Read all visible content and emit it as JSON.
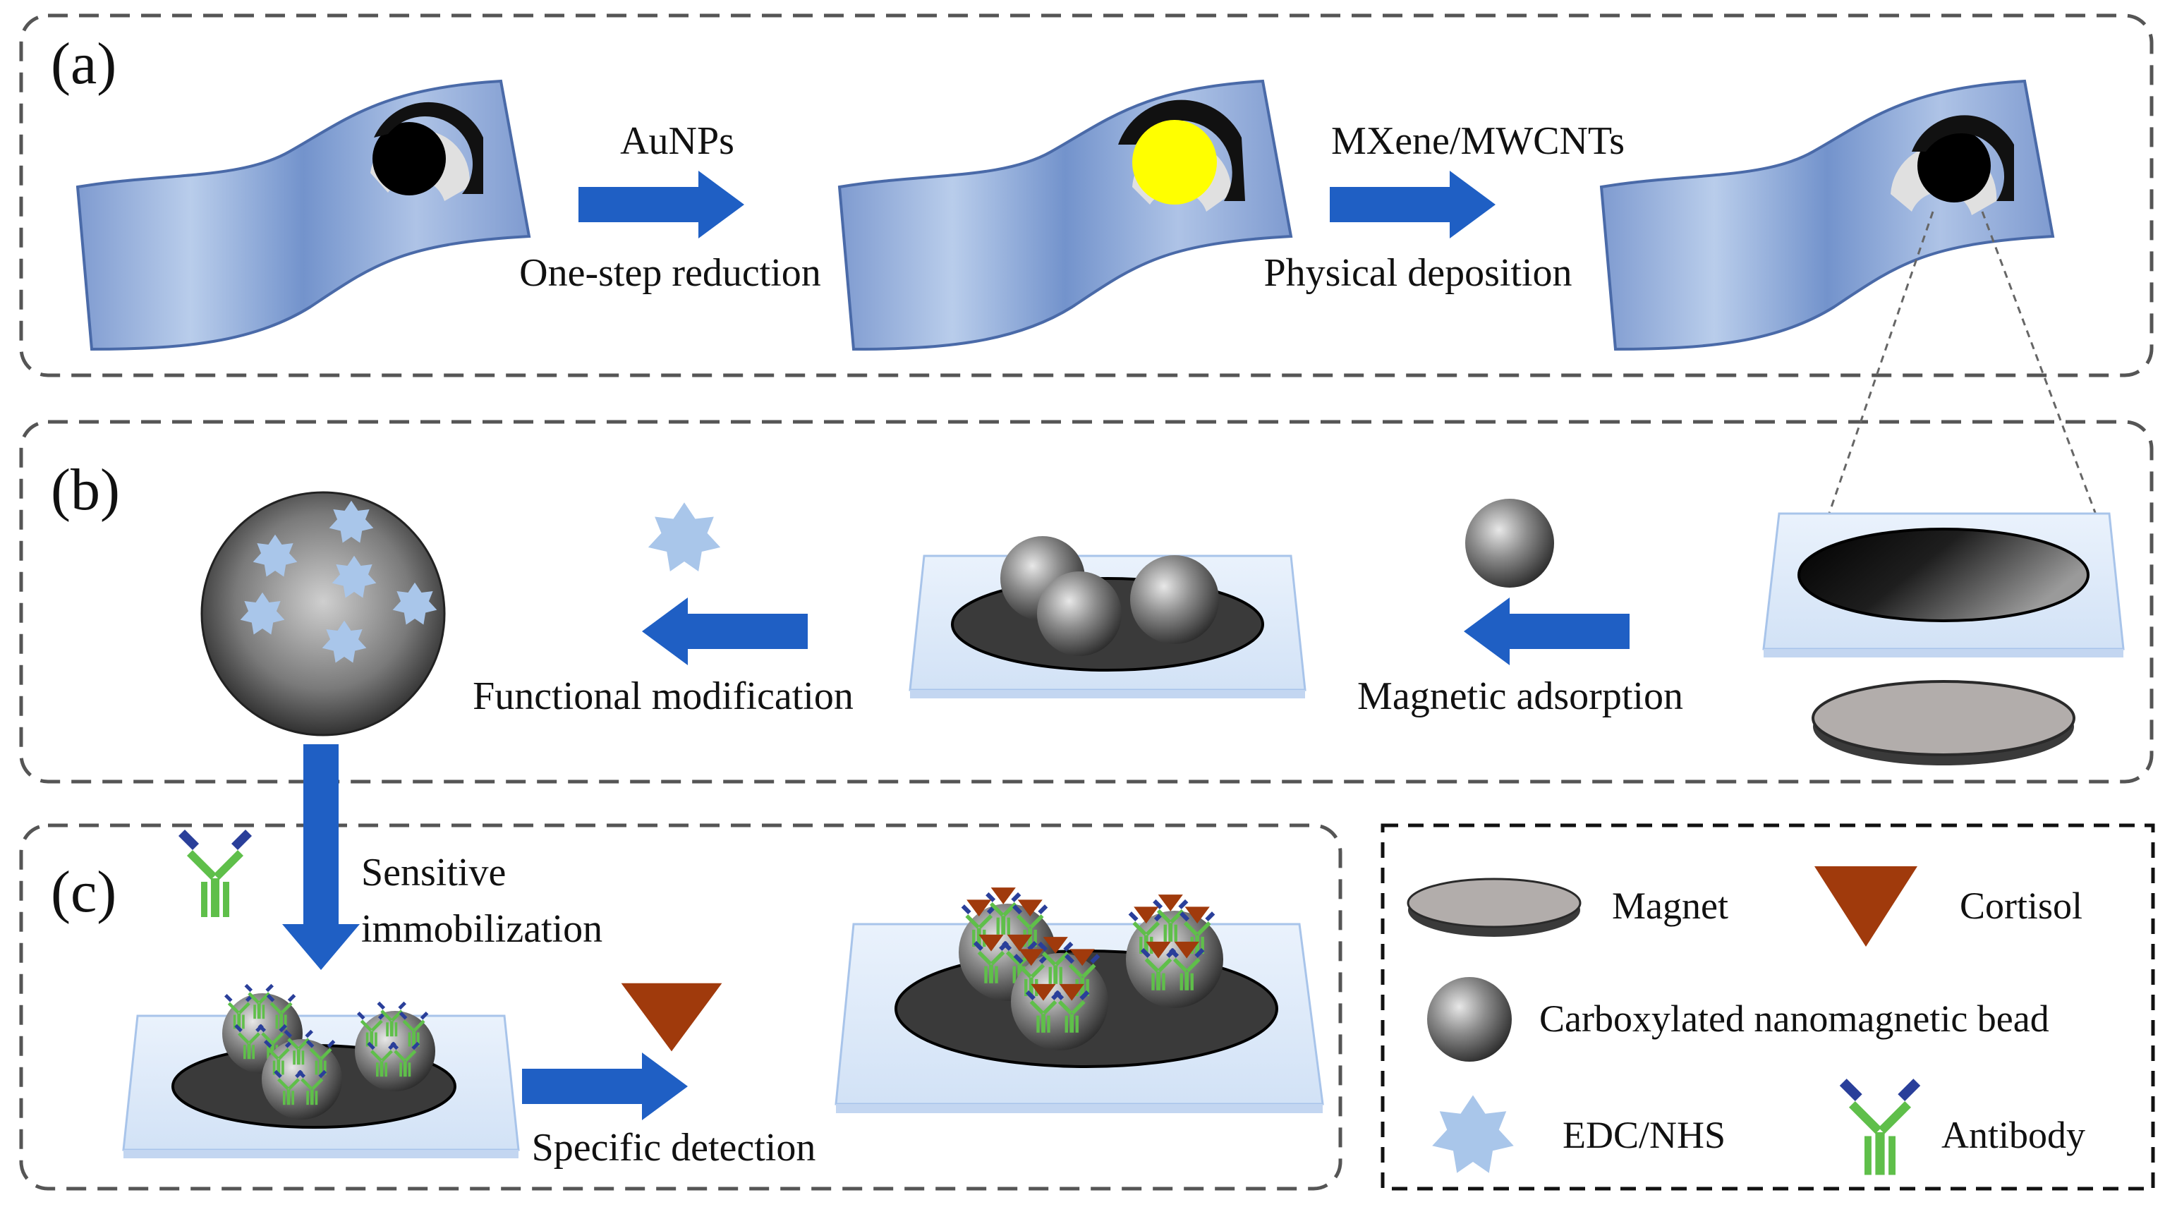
{
  "panels": {
    "a": {
      "label": "(a)",
      "step1": {
        "top": "AuNPs",
        "bottom": "One-step reduction"
      },
      "step2": {
        "top": "MXene/MWCNTs",
        "bottom": "Physical deposition"
      }
    },
    "b": {
      "label": "(b)",
      "step1": {
        "bottom": "Magnetic adsorption"
      },
      "step2": {
        "bottom": "Functional modification"
      }
    },
    "c": {
      "label": "(c)",
      "immobilization": {
        "line1": "Sensitive",
        "line2": "immobilization"
      },
      "detection": {
        "bottom": "Specific detection"
      }
    }
  },
  "legend": {
    "magnet": "Magnet",
    "cortisol": "Cortisol",
    "bead": "Carboxylated nanomagnetic bead",
    "edc": "EDC/NHS",
    "antibody": "Antibody"
  },
  "colors": {
    "arrow": "#1f5fc4",
    "strip": "#8fa9d6",
    "gold": "#ffff00",
    "cortisol": "#a03a0c",
    "antibody_green": "#5fbf4a",
    "antibody_blue": "#2a3f9a",
    "edc_star": "#a9c6ea"
  },
  "icons": [
    "arrow-right-icon",
    "arrow-left-icon",
    "arrow-down-icon",
    "star-icon",
    "antibody-icon",
    "cortisol-triangle-icon",
    "bead-icon",
    "magnet-icon",
    "electrode-strip-icon"
  ]
}
